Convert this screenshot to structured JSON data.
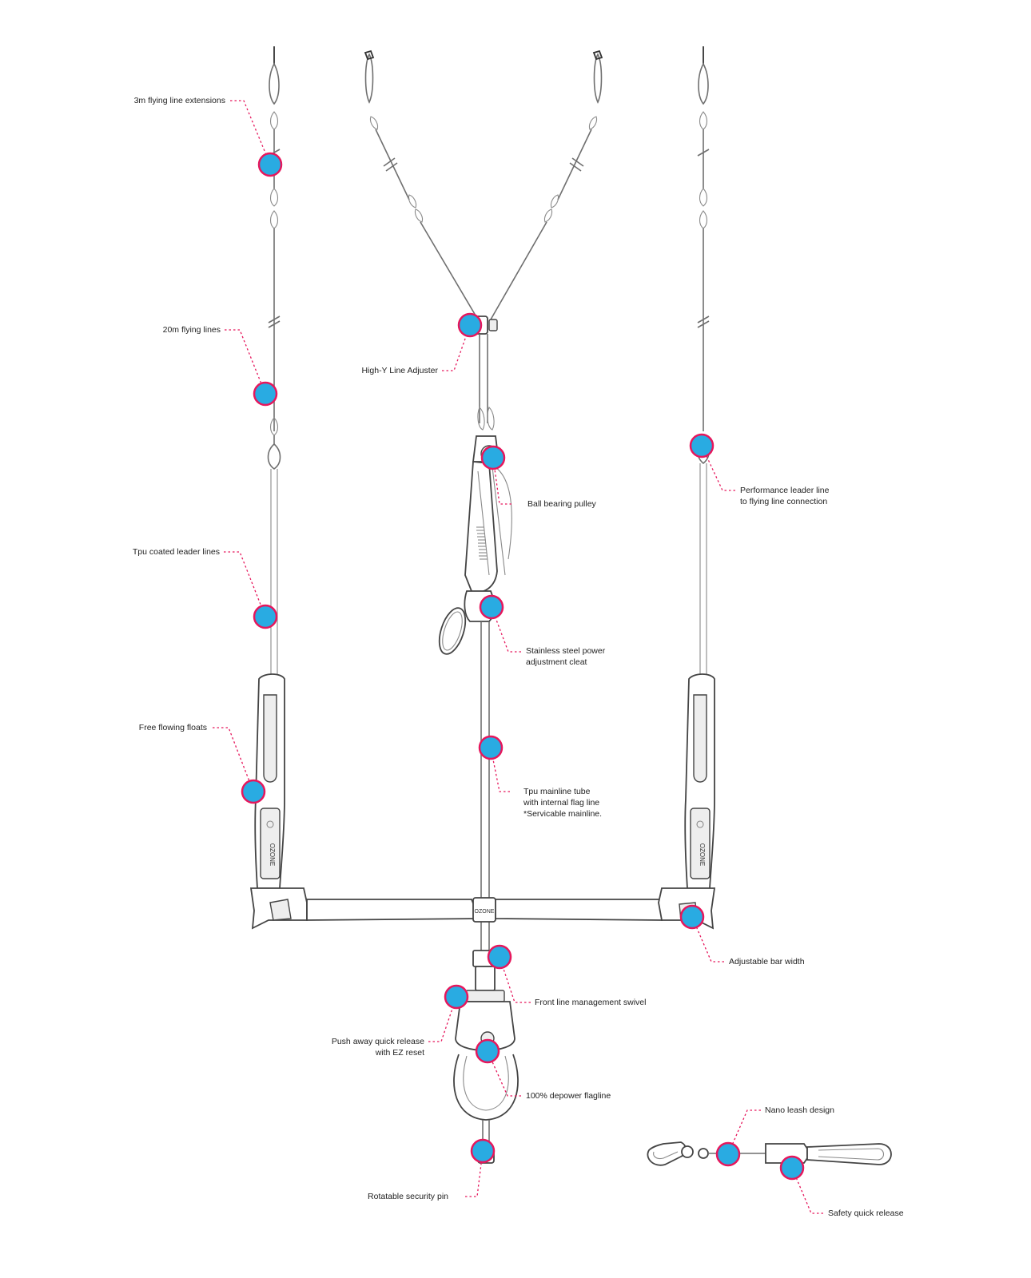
{
  "colors": {
    "accent": "#e6175c",
    "marker_fill": "#29abe2",
    "line": "#6f6f6f"
  },
  "brand_mark": "OZONE",
  "bar_mark": "OZONE",
  "labels": {
    "flying_line_extensions": "3m flying line extensions",
    "flying_lines": "20m flying lines",
    "high_y_adjuster": "High-Y Line Adjuster",
    "ball_bearing_pulley": "Ball bearing pulley",
    "performance_leader_1": "Performance leader line",
    "performance_leader_2": "to flying line connection",
    "tpu_leader_lines": "Tpu coated leader lines",
    "power_cleat_1": "Stainless steel power",
    "power_cleat_2": "adjustment cleat",
    "free_floats": "Free flowing floats",
    "mainline_1": "Tpu mainline tube",
    "mainline_2": "with internal flag line",
    "mainline_3": "*Servicable mainline.",
    "bar_width": "Adjustable bar width",
    "swivel": "Front line management swivel",
    "quick_release_1": "Push away quick release",
    "quick_release_2": "with EZ reset",
    "flagline": "100% depower flagline",
    "nano_leash": "Nano leash design",
    "security_pin": "Rotatable security pin",
    "safety_release": "Safety quick release"
  }
}
